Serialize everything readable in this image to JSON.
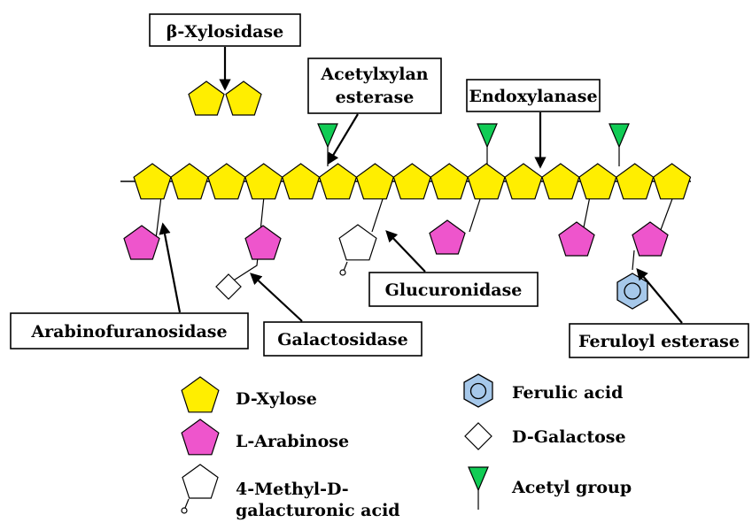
{
  "labels": {
    "beta_xylosidase": "β-Xylosidase",
    "acetylxylan_line1": "Acetylxylan",
    "acetylxylan_line2": "esterase",
    "endoxylanase": "Endoxylanase",
    "arabinofuranosidase": "Arabinofuranosidase",
    "galactosidase": "Galactosidase",
    "glucuronidase": "Glucuronidase",
    "feruloyl_esterase": "Feruloyl esterase"
  },
  "legend": {
    "d_xylose": "D-Xylose",
    "l_arabinose": "L-Arabinose",
    "methyl_line1": "4-Methyl-D-",
    "methyl_line2": "galacturonic acid",
    "ferulic_acid": "Ferulic acid",
    "d_galactose": "D-Galactose",
    "acetyl_group": "Acetyl group"
  },
  "colors": {
    "xylose": "#ffee00",
    "arabinose": "#ee55cc",
    "acetyl": "#11cc55",
    "ferulic": "#a6c8ea",
    "outline": "#000000",
    "white": "#ffffff"
  }
}
